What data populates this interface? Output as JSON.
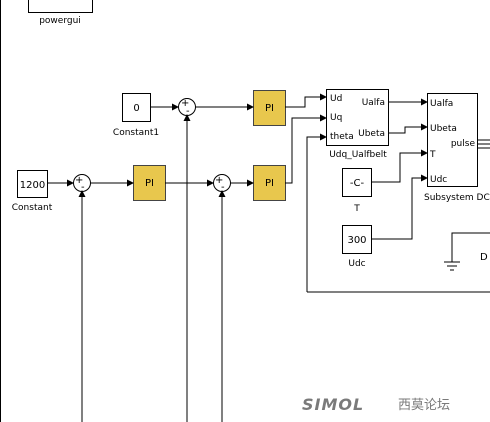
{
  "blocks": {
    "powergui": "powergui",
    "constant1": {
      "value": "0",
      "name": "Constant1"
    },
    "constant": {
      "value": "1200",
      "name": "Constant"
    },
    "pi": "PI",
    "dq": {
      "name": "Udq_Ualfbelt",
      "in_ud": "Ud",
      "in_uq": "Uq",
      "in_theta": "theta",
      "out_ualfa": "Ualfa",
      "out_ubeta": "Ubeta"
    },
    "subsystem": {
      "name": "Subsystem DC",
      "in_ualfa": "Ualfa",
      "in_ubeta": "Ubeta",
      "in_t": "T",
      "in_udc": "Udc",
      "out_pulse": "pulse"
    },
    "c_block": {
      "value": "-C-",
      "name": "T"
    },
    "udc_block": {
      "value": "300",
      "name": "Udc"
    },
    "d_label": "D"
  },
  "sum_signs": {
    "plus": "+",
    "minus": "-"
  },
  "watermark": {
    "latin": "SIMOL",
    "cjk": "西莫论坛"
  }
}
